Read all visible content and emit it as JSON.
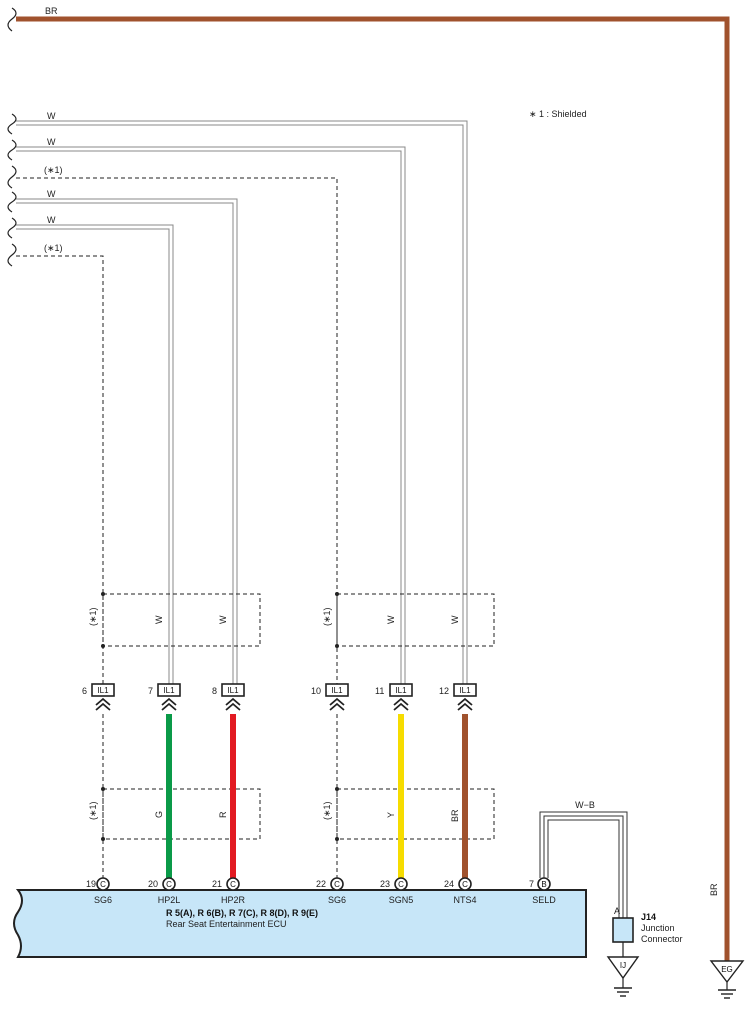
{
  "note": "∗ 1 : Shielded",
  "top_wire_label": "BR",
  "left_wires": [
    {
      "label": "W"
    },
    {
      "label": "W"
    },
    {
      "label": "(∗1)"
    },
    {
      "label": "W"
    },
    {
      "label": "W"
    },
    {
      "label": "(∗1)"
    }
  ],
  "circuits": [
    {
      "upper_label": "(∗1)",
      "connector": "IL1",
      "pin": "6",
      "lower_label": "(∗1)",
      "ecu_pin": "19",
      "ecu_conn": "C",
      "signal": "SG6",
      "color": "#333333",
      "shielded": true
    },
    {
      "upper_label": "W",
      "connector": "IL1",
      "pin": "7",
      "lower_label": "G",
      "ecu_pin": "20",
      "ecu_conn": "C",
      "signal": "HP2L",
      "color": "#0a9a48",
      "shielded": false
    },
    {
      "upper_label": "W",
      "connector": "IL1",
      "pin": "8",
      "lower_label": "R",
      "ecu_pin": "21",
      "ecu_conn": "C",
      "signal": "HP2R",
      "color": "#e21a22",
      "shielded": false
    },
    {
      "upper_label": "(∗1)",
      "connector": "IL1",
      "pin": "10",
      "lower_label": "(∗1)",
      "ecu_pin": "22",
      "ecu_conn": "C",
      "signal": "SG6",
      "color": "#333333",
      "shielded": true
    },
    {
      "upper_label": "W",
      "connector": "IL1",
      "pin": "11",
      "lower_label": "Y",
      "ecu_pin": "23",
      "ecu_conn": "C",
      "signal": "SGN5",
      "color": "#f6dc00",
      "shielded": false
    },
    {
      "upper_label": "W",
      "connector": "IL1",
      "pin": "12",
      "lower_label": "BR",
      "ecu_pin": "24",
      "ecu_conn": "C",
      "signal": "NTS4",
      "color": "#a0522d",
      "shielded": false
    }
  ],
  "seld": {
    "ecu_pin": "7",
    "ecu_conn": "B",
    "signal": "SELD",
    "wire_label": "W−B"
  },
  "ecu": {
    "codes": "R 5(A), R 6(B), R 7(C), R 8(D), R 9(E)",
    "name": "Rear Seat Entertainment ECU"
  },
  "junction": {
    "pin": "A",
    "id": "J14",
    "line1": "Junction",
    "line2": "Connector"
  },
  "grounds": [
    {
      "label": "IJ"
    },
    {
      "label": "EG"
    }
  ],
  "right_wire_label": "BR",
  "colors": {
    "brown": "#a0522d",
    "ecu_fill": "#c7e6f8",
    "green": "#0a9a48",
    "red": "#e21a22",
    "yellow": "#f6dc00"
  }
}
